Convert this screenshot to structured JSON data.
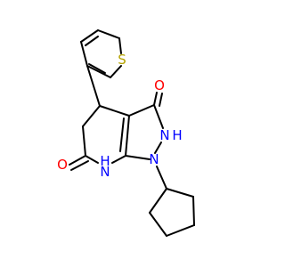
{
  "molecule": {
    "atoms": {
      "S": {
        "text": "S",
        "color": "#b5a300"
      },
      "O_top": {
        "text": "O",
        "color": "#ff0000"
      },
      "O_left": {
        "text": "O",
        "color": "#ff0000"
      },
      "NH_right": {
        "text": "N",
        "color": "#0000ff"
      },
      "NH_right_h": {
        "text": "H",
        "color": "#0000ff"
      },
      "N1": {
        "text": "N",
        "color": "#0000ff"
      },
      "N7": {
        "text": "N",
        "color": "#0000ff"
      },
      "N7_h": {
        "text": "H",
        "color": "#0000ff"
      }
    },
    "bond_color": "#000000"
  }
}
